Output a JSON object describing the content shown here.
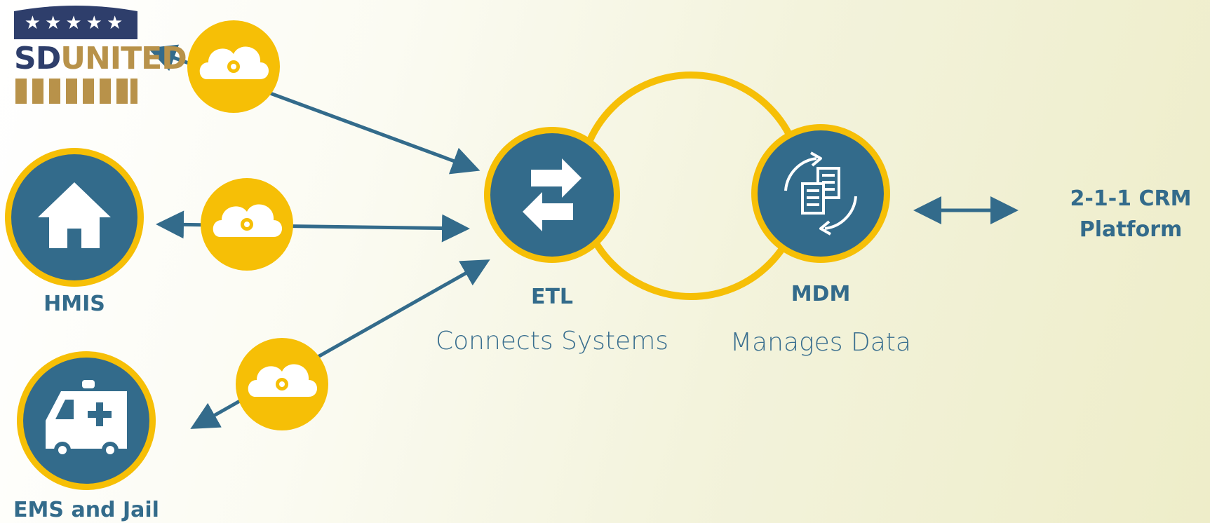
{
  "logo": {
    "text_sd": "SD",
    "text_united": "UNITED",
    "stars": "★★★★★"
  },
  "nodes": {
    "hmis": {
      "label": "HMIS"
    },
    "ems": {
      "label": "EMS and Jail"
    },
    "etl": {
      "title": "ETL",
      "subtitle": "Connects Systems"
    },
    "mdm": {
      "title": "MDM",
      "subtitle": "Manages Data"
    },
    "crm": {
      "line1": "2-1-1 CRM",
      "line2": "Platform"
    }
  },
  "colors": {
    "navy": "#336b8b",
    "gold": "#f6bf06",
    "arrow": "#336b8b"
  },
  "icons": [
    "cloud-gear-icon",
    "house-icon",
    "ambulance-icon",
    "exchange-arrows-icon",
    "documents-sync-icon"
  ]
}
